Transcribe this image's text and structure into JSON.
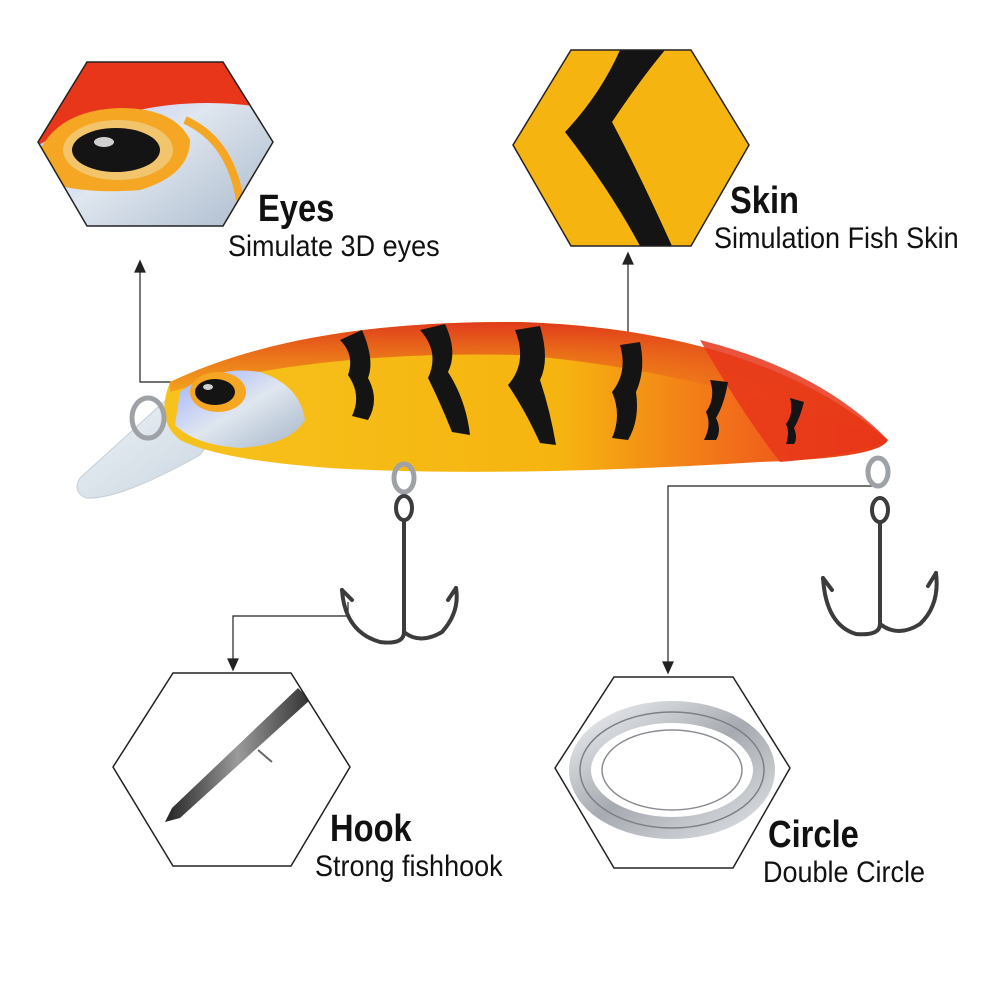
{
  "colors": {
    "lure_body_yellow": "#f6b410",
    "lure_head_red": "#e8361a",
    "stripe_black": "#141414",
    "hook_metal": "#4a4a4a",
    "ring_silver": "#b9bcc0"
  },
  "features": {
    "eyes": {
      "title": "Eyes",
      "description": "Simulate 3D eyes"
    },
    "skin": {
      "title": "Skin",
      "description": "Simulation Fish Skin"
    },
    "hook": {
      "title": "Hook",
      "description": "Strong fishhook"
    },
    "circle": {
      "title": "Circle",
      "description": "Double Circle"
    }
  }
}
